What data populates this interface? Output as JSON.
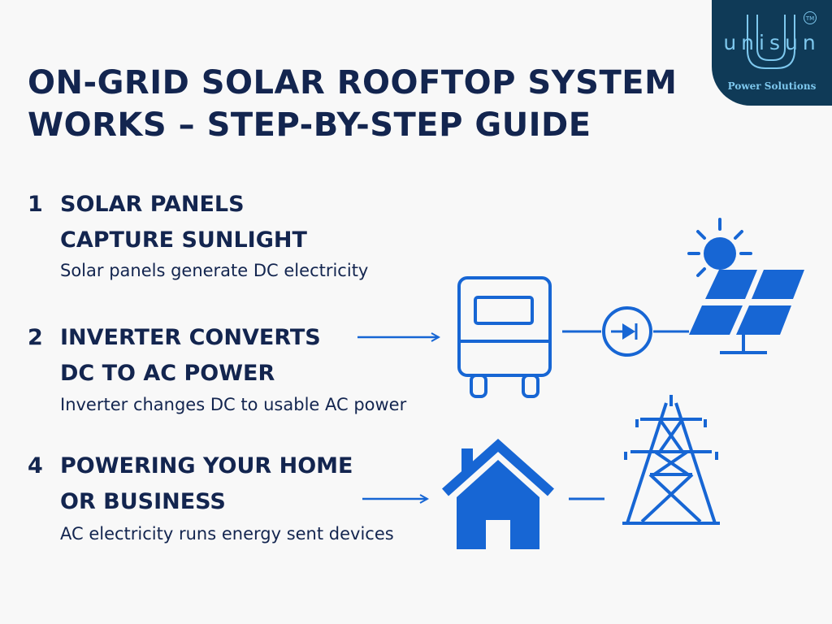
{
  "header": {
    "title_line1": "ON-GRID SOLAR ROOFTOP SYSTEM",
    "title_line2": "WORKS – STEP-BY-STEP GUIDE"
  },
  "logo": {
    "wordmark": "unisun",
    "tagline": "Power Solutions",
    "trademark": "TM"
  },
  "steps": [
    {
      "number": "1",
      "heading_line1": "SOLAR PANELS",
      "heading_line2": "CAPTURE SUNLIGHT",
      "description": "Solar panels generate DC electricity"
    },
    {
      "number": "2",
      "heading_line1": "INVERTER CONVERTS",
      "heading_line2": "DC TO AC POWER",
      "description": "Inverter changes DC to usable AC power"
    },
    {
      "number": "4",
      "heading_line1": "POWERING YOUR HOME",
      "heading_line2": "OR BUSINESS",
      "description": "AC electricity runs energy sent devices"
    }
  ],
  "icons": [
    "inverter-icon",
    "diode-icon",
    "sun-icon",
    "solar-panel-icon",
    "house-icon",
    "transmission-tower-icon"
  ],
  "colors": {
    "heading": "#13254f",
    "accent": "#1766d4",
    "logo_bg": "#0f3a57",
    "logo_text": "#7ec8ee",
    "background": "#f8f8f8"
  }
}
